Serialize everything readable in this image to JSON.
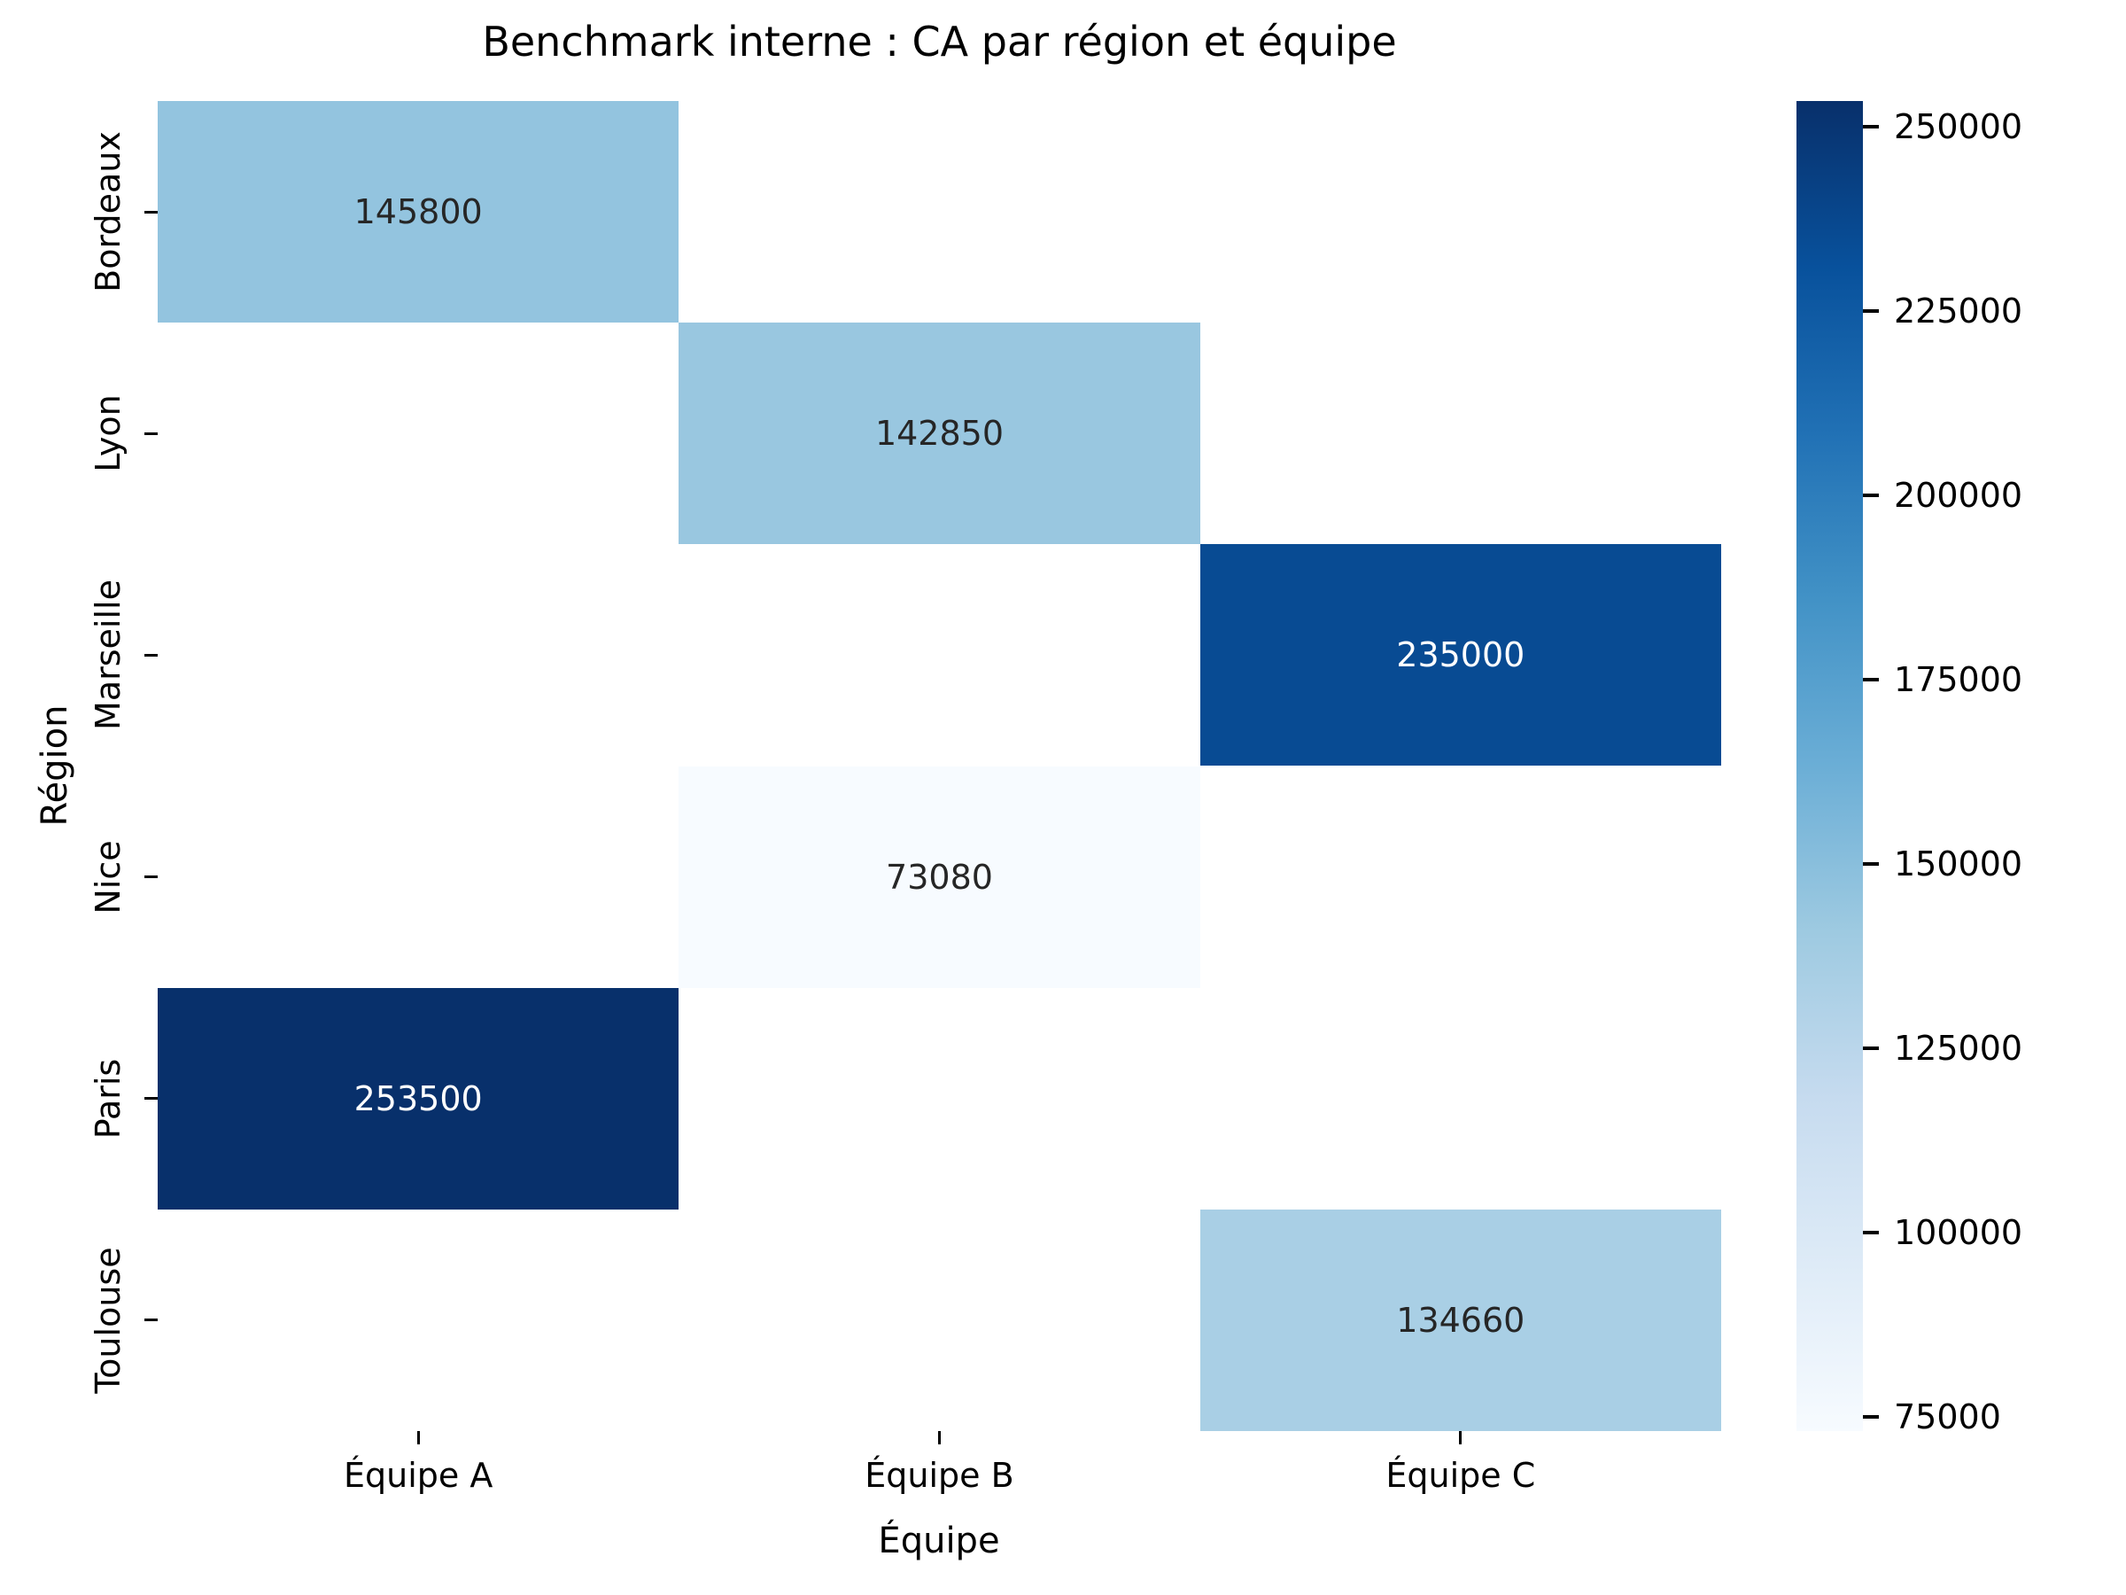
{
  "chart_data": {
    "type": "heatmap",
    "title": "Benchmark interne : CA par région et équipe",
    "xlabel": "Équipe",
    "ylabel": "Région",
    "x_categories": [
      "Équipe A",
      "Équipe B",
      "Équipe C"
    ],
    "y_categories": [
      "Bordeaux",
      "Lyon",
      "Marseille",
      "Nice",
      "Paris",
      "Toulouse"
    ],
    "values": [
      [
        145800,
        null,
        null
      ],
      [
        null,
        142850,
        null
      ],
      [
        null,
        null,
        235000
      ],
      [
        null,
        73080,
        null
      ],
      [
        253500,
        null,
        null
      ],
      [
        null,
        null,
        134660
      ]
    ],
    "cells": [
      {
        "row": 0,
        "col": 0,
        "label": "145800",
        "bg": "#93c4df",
        "text_color": "#262626"
      },
      {
        "row": 1,
        "col": 1,
        "label": "142850",
        "bg": "#99c7e0",
        "text_color": "#262626"
      },
      {
        "row": 2,
        "col": 2,
        "label": "235000",
        "bg": "#084b93",
        "text_color": "#ffffff"
      },
      {
        "row": 3,
        "col": 1,
        "label": "73080",
        "bg": "#f7fbff",
        "text_color": "#262626"
      },
      {
        "row": 4,
        "col": 0,
        "label": "253500",
        "bg": "#08306b",
        "text_color": "#ffffff"
      },
      {
        "row": 5,
        "col": 2,
        "label": "134660",
        "bg": "#a9cfe5",
        "text_color": "#262626"
      }
    ],
    "empty_cell_color": "#ffffff",
    "vmin": 73080,
    "vmax": 253500,
    "colormap": "Blues",
    "colormap_stops": [
      "#f7fbff",
      "#deebf7",
      "#c6dbef",
      "#9ecae1",
      "#6baed6",
      "#4292c6",
      "#2171b5",
      "#08519c",
      "#08306b"
    ],
    "colorbar_ticks": [
      250000,
      225000,
      200000,
      175000,
      150000,
      125000,
      100000,
      75000
    ],
    "grid": false,
    "legend": false,
    "colorbar_position": "right"
  }
}
